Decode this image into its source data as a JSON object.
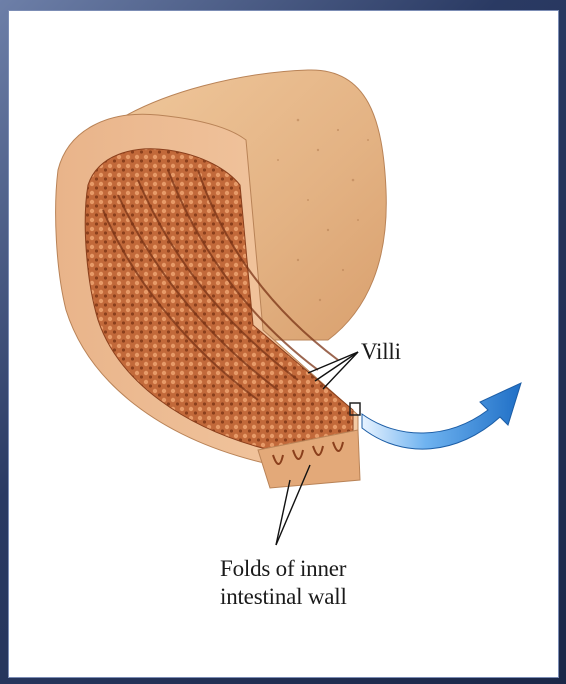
{
  "labels": {
    "villi": "Villi",
    "folds_line1": "Folds of inner",
    "folds_line2": "intestinal wall"
  },
  "colors": {
    "outer_wall": "#e6b98a",
    "wall_edge": "#c98d5c",
    "inner_folds": "#c26a3c",
    "arrow": "#2f7fd0",
    "frame": "#2a3a63"
  },
  "icons": [
    "arrow-icon",
    "magnify-box-icon"
  ]
}
